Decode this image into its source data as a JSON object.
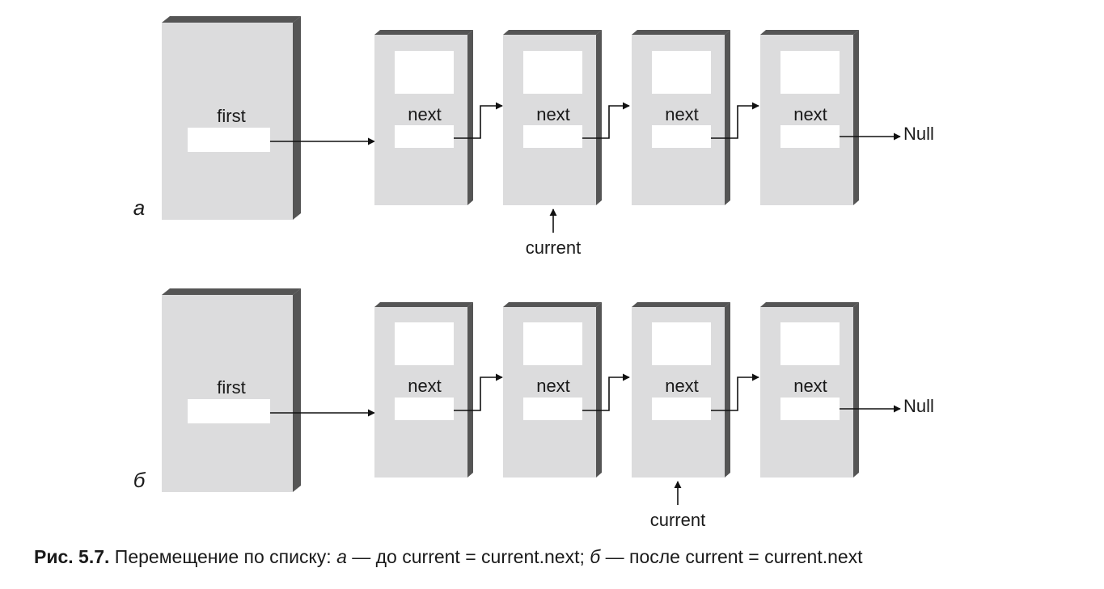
{
  "colors": {
    "box_face": "#dcdcdd",
    "box_shadow": "#555555",
    "field": "#ffffff",
    "line": "#111111"
  },
  "panels": [
    {
      "letter": "а",
      "first_label": "first",
      "node_labels": [
        "next",
        "next",
        "next",
        "next"
      ],
      "null_label": "Null",
      "current_label": "current",
      "current_node_index": 1
    },
    {
      "letter": "б",
      "first_label": "first",
      "node_labels": [
        "next",
        "next",
        "next",
        "next"
      ],
      "null_label": "Null",
      "current_label": "current",
      "current_node_index": 2
    }
  ],
  "caption": {
    "bold": "Рис. 5.7.",
    "text1": " Перемещение по списку: ",
    "a": "а",
    "text2": " — до current = current.next; ",
    "b": "б",
    "text3": " — после current = current.next"
  }
}
